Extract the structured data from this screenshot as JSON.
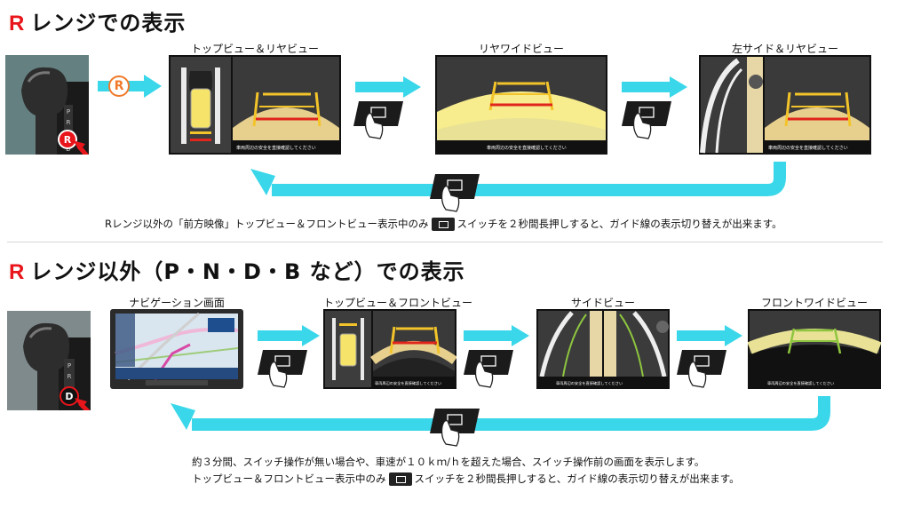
{
  "section1": {
    "r_letter": "R",
    "title": "レンジでの表示",
    "captions": [
      "トップビュー＆リヤビュー",
      "リヤワイドビュー",
      "左サイド＆リヤビュー"
    ],
    "gear_badge": "R",
    "gear_pos_letter": "R",
    "note_before": "Rレンジ以外の「前方映像」トップビュー＆フロントビュー表示中のみ",
    "note_after": "スイッチを２秒間長押しすると、ガイド線の表示切り替えが出来ます。"
  },
  "section2": {
    "r_letter": "R",
    "title": "レンジ以外（P・N・D・B など）での表示",
    "captions": [
      "ナビゲーション画面",
      "トップビュー＆フロントビュー",
      "サイドビュー",
      "フロントワイドビュー"
    ],
    "gear_pos_letter": "D",
    "note_line1": "約３分間、スイッチ操作が無い場合や、車速が１０ｋｍ/ｈを超えた場合、スイッチ操作前の画面を表示します。",
    "note_line2_before": "トップビュー＆フロントビュー表示中のみ",
    "note_line2_after": "スイッチを２秒間長押しすると、ガイド線の表示切り替えが出来ます。"
  },
  "screen_warning": "車両周辺の安全を直接確認してください",
  "icons": [
    "gear-shifter-image",
    "arrow-right-icon",
    "switch-press-icon",
    "cycle-arrow-icon",
    "switch-key-icon"
  ],
  "colors": {
    "accent_red": "#e8151b",
    "arrow_cyan": "#3ad7ea",
    "guide_yellow": "#f3c42a",
    "guide_red": "#e0261c",
    "guide_green": "#8ec63f"
  }
}
